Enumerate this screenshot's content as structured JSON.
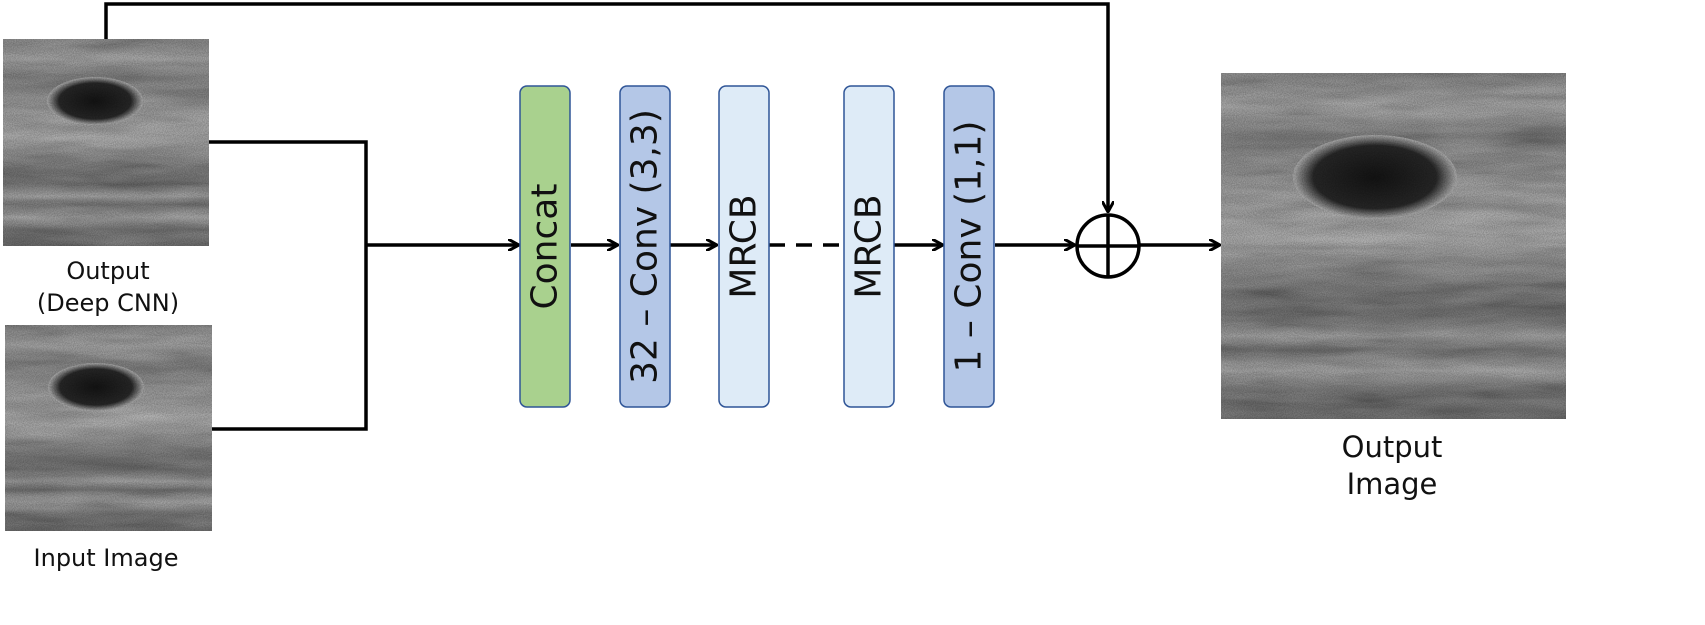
{
  "labels": {
    "deep_cnn_output_line1": "Output",
    "deep_cnn_output_line2": "(Deep CNN)",
    "input_image": "Input Image",
    "final_output_line1": "Output",
    "final_output_line2": "Image"
  },
  "blocks": [
    {
      "label": "Concat",
      "fill": "#a9d18e"
    },
    {
      "label": "32 – Conv (3,3)",
      "fill": "#b4c7e7"
    },
    {
      "label": "MRCB",
      "fill": "#deebf7"
    },
    {
      "label": "MRCB",
      "fill": "#deebf7"
    },
    {
      "label": "1 – Conv (1,1)",
      "fill": "#b4c7e7"
    }
  ],
  "colors": {
    "block_stroke": "#2f5597",
    "line": "#000000"
  },
  "icons": {
    "sum_node": "circle-plus-icon"
  }
}
